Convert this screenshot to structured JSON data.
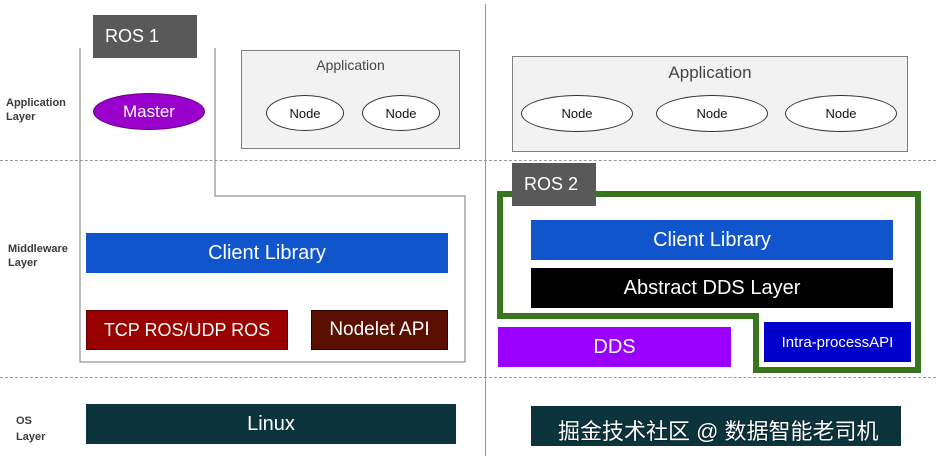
{
  "layers": {
    "application_line1": "Application",
    "application_line2": "Layer",
    "middleware_line1": "Middleware",
    "middleware_line2": "Layer",
    "os_line1": "OS",
    "os_line2": "Layer"
  },
  "ros1": {
    "title": "ROS 1",
    "master": "Master",
    "application": {
      "title": "Application",
      "nodes": [
        "Node",
        "Node"
      ]
    },
    "client_library": "Client Library",
    "tcp_udp": "TCP ROS/UDP ROS",
    "nodelet_api": "Nodelet API",
    "os": "Linux"
  },
  "ros2": {
    "title": "ROS 2",
    "application": {
      "title": "Application",
      "nodes": [
        "Node",
        "Node",
        "Node"
      ]
    },
    "client_library": "Client Library",
    "abstract_dds": "Abstract DDS Layer",
    "dds": "DDS",
    "intra_process": "Intra-processAPI"
  },
  "watermark": "掘金技术社区 @ 数据智能老司机",
  "colors": {
    "master": "#9900cc",
    "client_library": "#1155cc",
    "tcp_udp": "#990000",
    "nodelet": "#5b0f00",
    "linux": "#0c343d",
    "abstract_dds": "#000000",
    "dds": "#9900ff",
    "intra_process": "#0000cc",
    "ros2_outline": "#38761d",
    "title_box": "#595959"
  }
}
